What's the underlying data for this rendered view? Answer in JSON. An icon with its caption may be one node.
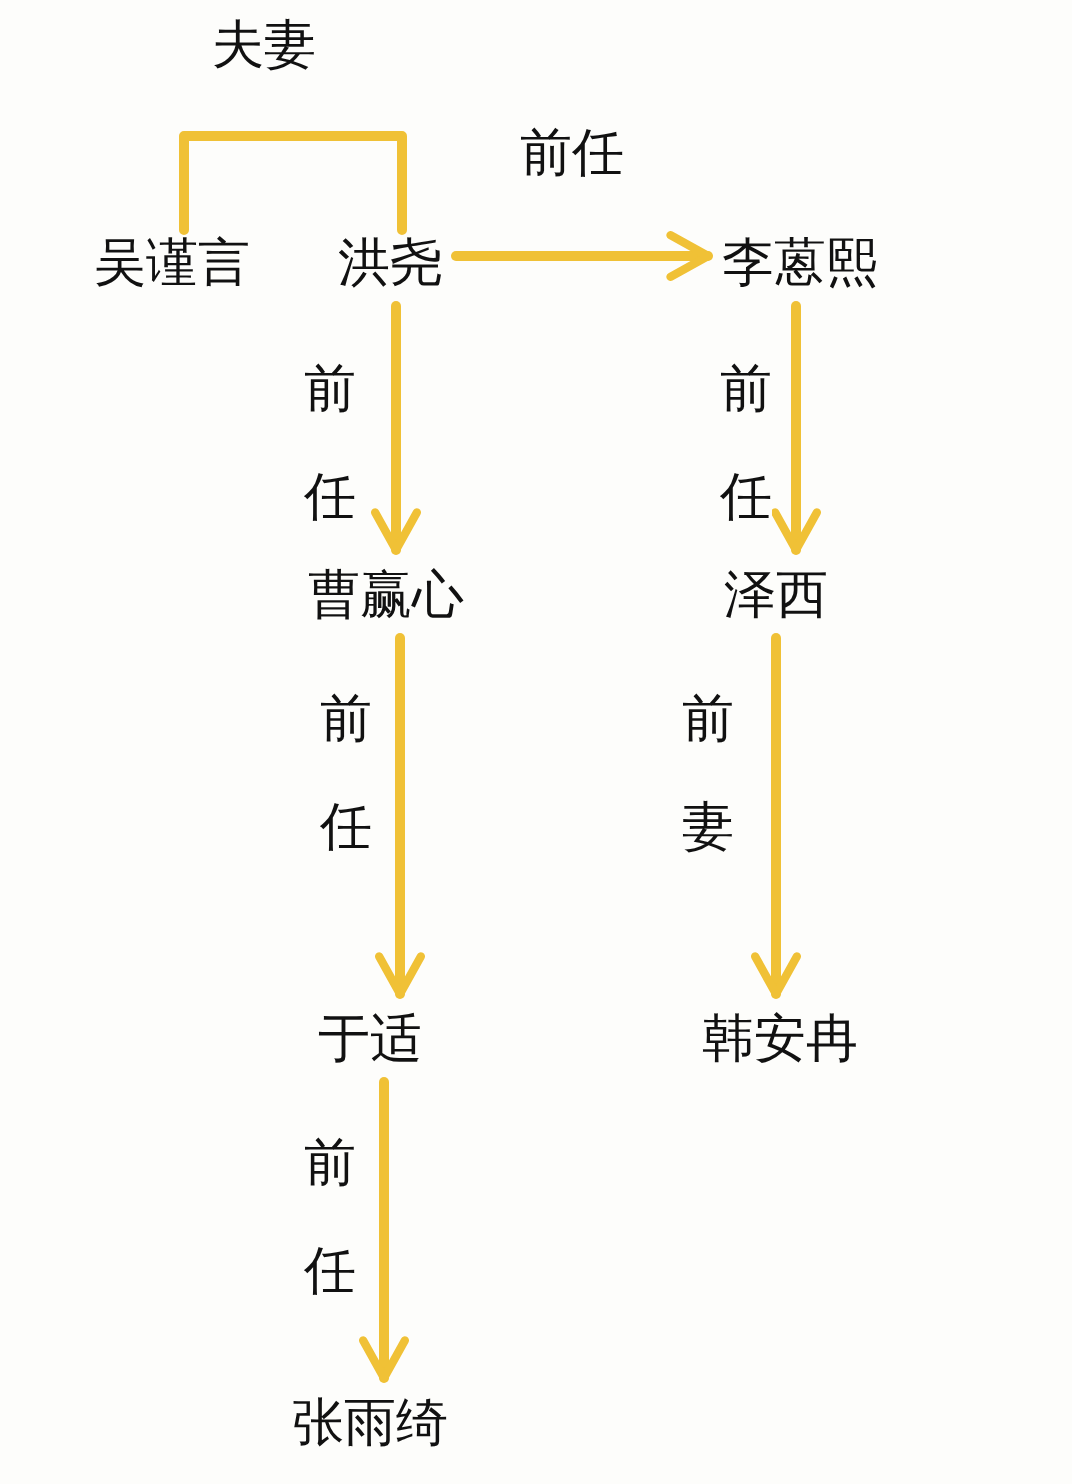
{
  "diagram": {
    "nodes": [
      {
        "text": [
          "吴谨言"
        ]
      },
      {
        "text": [
          "洪尧"
        ]
      },
      {
        "text": [
          "李蒽熙"
        ]
      },
      {
        "text": [
          "曹赢心"
        ]
      },
      {
        "text": [
          "泽西"
        ]
      },
      {
        "text": [
          "于适"
        ]
      },
      {
        "text": [
          "韩安冉"
        ]
      },
      {
        "text": [
          "张雨绮"
        ]
      }
    ],
    "edges": [
      {
        "from": 0,
        "to": 1,
        "arrow": "none",
        "label": "夫妻"
      },
      {
        "from": 1,
        "to": 2,
        "arrow": "to",
        "label": "前任"
      },
      {
        "from": 1,
        "to": 3,
        "arrow": "to",
        "label": "前任"
      },
      {
        "from": 2,
        "to": 4,
        "arrow": "to",
        "label": "前任"
      },
      {
        "from": 3,
        "to": 5,
        "arrow": "to",
        "label": "前任"
      },
      {
        "from": 4,
        "to": 6,
        "arrow": "to",
        "label": "前妻"
      },
      {
        "from": 5,
        "to": 7,
        "arrow": "to",
        "label": "前任"
      }
    ]
  }
}
